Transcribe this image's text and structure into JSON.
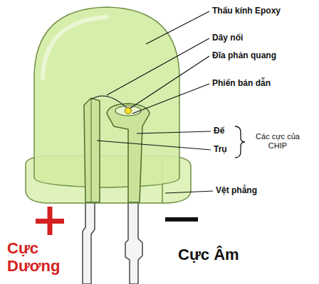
{
  "diagram": {
    "labels": [
      "Thấu kính Epoxy",
      "Dây nối",
      "Đĩa phản quang",
      "Phiến bán dẫn",
      "Đế",
      "Trụ",
      "Các cực của CHIP",
      "Vệt phẳng",
      "Cực Dương",
      "Cực Âm"
    ]
  }
}
